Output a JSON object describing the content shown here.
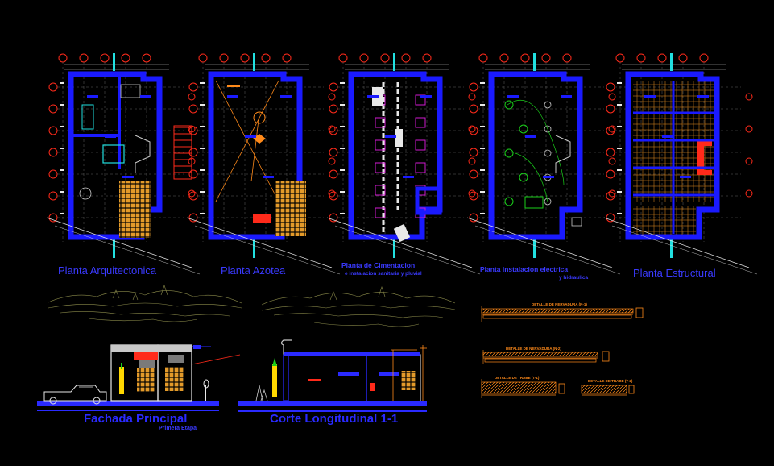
{
  "colors": {
    "background": "#000000",
    "wall": "#1a1aff",
    "accent_red": "#ff2a1a",
    "accent_cyan": "#21e0e0",
    "accent_orange": "#ff8a1a",
    "accent_yellow": "#ffd700",
    "accent_green": "#1ad11a",
    "grid_dash": "#7a7a7a"
  },
  "plans": [
    {
      "title": "Planta Arquitectonica"
    },
    {
      "title": "Planta Azotea"
    },
    {
      "title": "Planta de Cimentacion",
      "subtitle": "e instalacion sanitaria y pluvial"
    },
    {
      "title": "Planta instalacion electrica",
      "subtitle": "y hidraulica"
    },
    {
      "title": "Planta Estructural"
    }
  ],
  "elevations": {
    "facade": {
      "title": "Fachada Principal",
      "subtitle": "Primera Etapa"
    },
    "section": {
      "title": "Corte Longitudinal 1-1"
    }
  },
  "details": [
    {
      "title": "DETALLE DE NERVADURA (N-1)"
    },
    {
      "title": "DETALLE DE NERVADURA (N-2)"
    },
    {
      "title": "DETALLE DE TRABE (T-1)"
    },
    {
      "title": "DETALLE DE TRABE (T-2)"
    }
  ]
}
